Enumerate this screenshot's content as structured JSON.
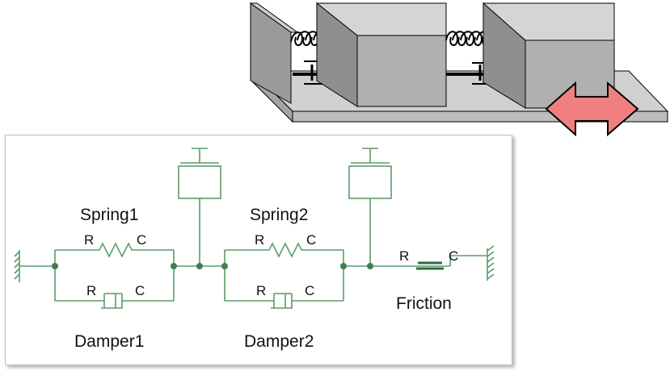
{
  "mechanical_illustration": {
    "components": [
      "wall-block",
      "mass-block-1",
      "mass-block-2",
      "coil-spring-1",
      "coil-spring-2",
      "dashpot-1",
      "dashpot-2",
      "base-plate",
      "motion-arrow"
    ],
    "colors": {
      "block_front": "#b0b0b0",
      "block_top": "#d5d5d5",
      "block_side": "#8f8f8f",
      "plate": "#c8c8c8",
      "arrow_fill": "#f08080",
      "outline": "#000000"
    }
  },
  "schematic": {
    "labels": {
      "spring1": "Spring1",
      "spring2": "Spring2",
      "damper1": "Damper1",
      "damper2": "Damper2",
      "friction": "Friction"
    },
    "ports": {
      "r": "R",
      "c": "C"
    },
    "colors": {
      "line": "#5a9b6a",
      "node": "#3f7d52",
      "friction_pad": "#2e6b3e"
    }
  }
}
